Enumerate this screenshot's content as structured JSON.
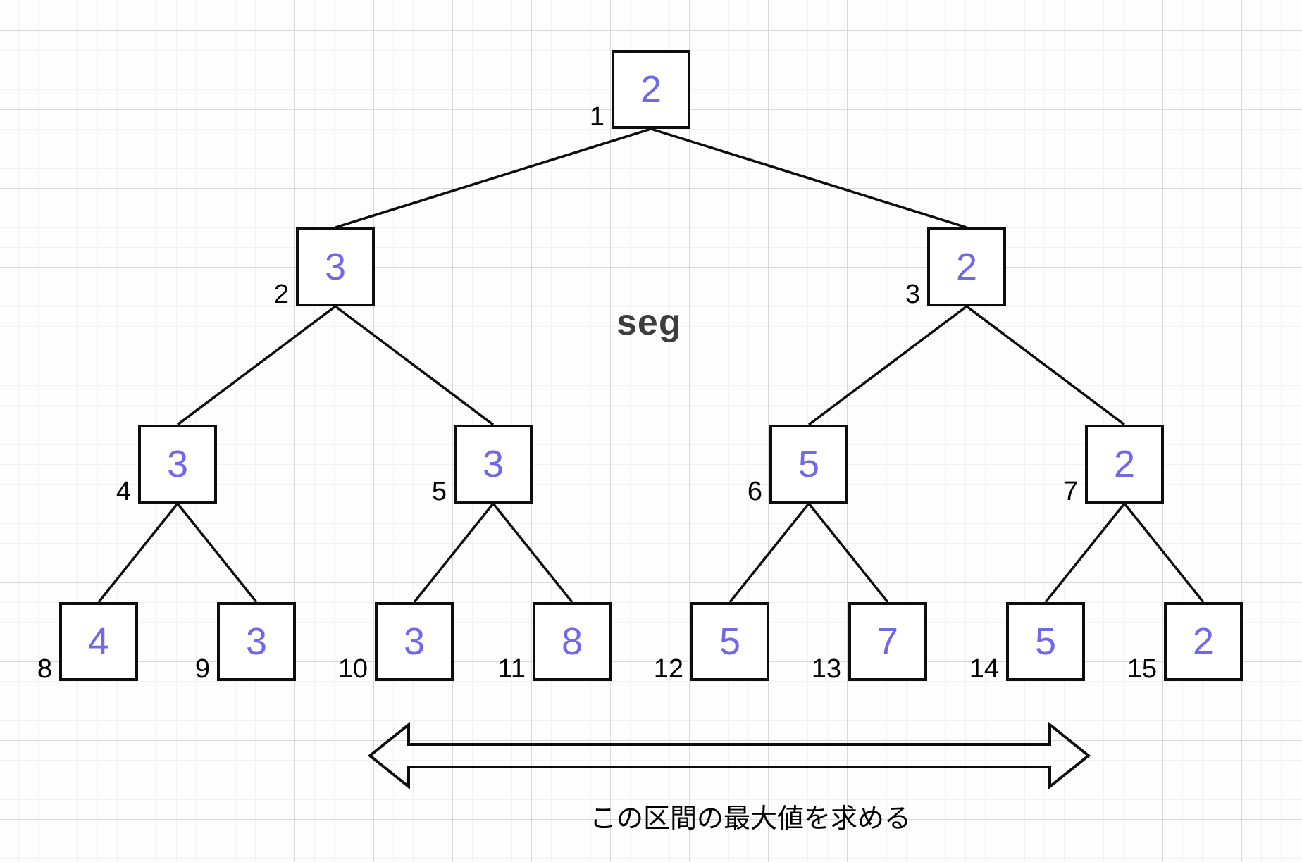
{
  "diagram": {
    "title_label": "seg",
    "caption": "この区間の最大値を求める",
    "value_color": "#6f68ea",
    "stroke_color": "#0d0d0d",
    "background_color": "#fdfdfd"
  },
  "tree": {
    "nodes": [
      {
        "index": 1,
        "value": 2
      },
      {
        "index": 2,
        "value": 3
      },
      {
        "index": 3,
        "value": 2
      },
      {
        "index": 4,
        "value": 3
      },
      {
        "index": 5,
        "value": 3
      },
      {
        "index": 6,
        "value": 5
      },
      {
        "index": 7,
        "value": 2
      },
      {
        "index": 8,
        "value": 4
      },
      {
        "index": 9,
        "value": 3
      },
      {
        "index": 10,
        "value": 3
      },
      {
        "index": 11,
        "value": 8
      },
      {
        "index": 12,
        "value": 5
      },
      {
        "index": 13,
        "value": 7
      },
      {
        "index": 14,
        "value": 5
      },
      {
        "index": 15,
        "value": 2
      }
    ],
    "edges": [
      [
        1,
        2
      ],
      [
        1,
        3
      ],
      [
        2,
        4
      ],
      [
        2,
        5
      ],
      [
        3,
        6
      ],
      [
        3,
        7
      ],
      [
        4,
        8
      ],
      [
        4,
        9
      ],
      [
        5,
        10
      ],
      [
        5,
        11
      ],
      [
        6,
        12
      ],
      [
        6,
        13
      ],
      [
        7,
        14
      ],
      [
        7,
        15
      ]
    ]
  }
}
